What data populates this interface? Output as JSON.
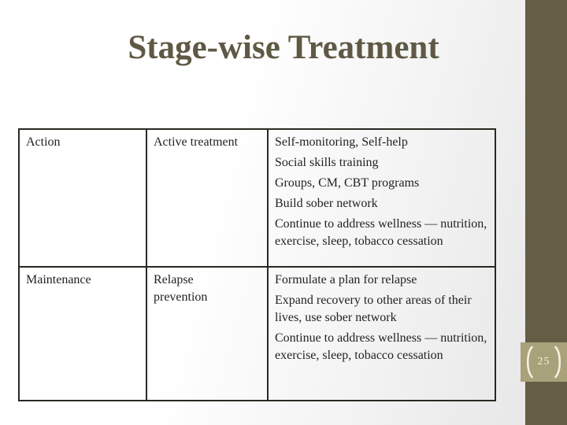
{
  "slide": {
    "title": "Stage-wise Treatment",
    "page_number": "25",
    "colors": {
      "accent_dark": "#5f5844",
      "sidebar": "#655e45",
      "badge_bg": "#a8a17a",
      "badge_text": "#f4f0dd",
      "table_border": "#2b2822",
      "body_text": "#242220"
    }
  },
  "table": {
    "rows": [
      {
        "stage": "Action",
        "treatment": "Active treatment",
        "details": [
          "Self-monitoring, Self-help",
          "Social skills training",
          "Groups, CM, CBT programs",
          "Build sober network",
          "Continue to address wellness — nutrition, exercise, sleep, tobacco cessation"
        ]
      },
      {
        "stage": "Maintenance",
        "treatment": "Relapse prevention",
        "details": [
          "Formulate a plan for relapse",
          "Expand recovery to other areas of their lives, use sober network",
          "Continue to address wellness — nutrition, exercise, sleep, tobacco cessation"
        ]
      }
    ]
  }
}
